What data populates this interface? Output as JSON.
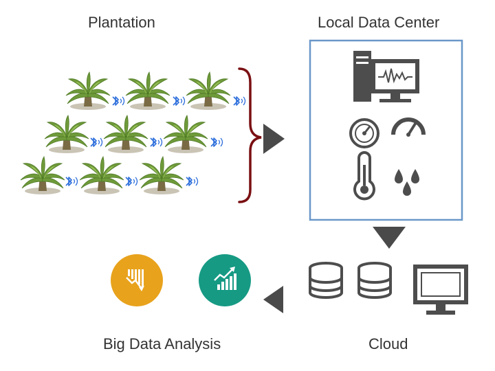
{
  "labels": {
    "plantation": "Plantation",
    "local_data_center": "Local Data Center",
    "cloud": "Cloud",
    "big_data_analysis": "Big Data Analysis"
  },
  "icons": {
    "tree": "palm-tree-icon",
    "bluetooth": "bluetooth-signal-icon",
    "computer": "monitoring-computer-icon",
    "gauge": "pressure-gauge-icon",
    "speedometer": "speedometer-icon",
    "thermometer": "thermometer-icon",
    "drops": "water-drops-icon",
    "database": "database-icon",
    "monitor": "monitor-icon",
    "analysis_down": "downtrend-analysis-icon",
    "analysis_up": "uptrend-analysis-icon"
  },
  "colors": {
    "box_border": "#6a97c9",
    "arrow": "#4a4a4a",
    "brace": "#7a0f12",
    "bluetooth": "#2e6fdc",
    "icon_gray": "#4d4d4d",
    "analysis_orange": "#e8a21c",
    "analysis_teal": "#169a84"
  }
}
